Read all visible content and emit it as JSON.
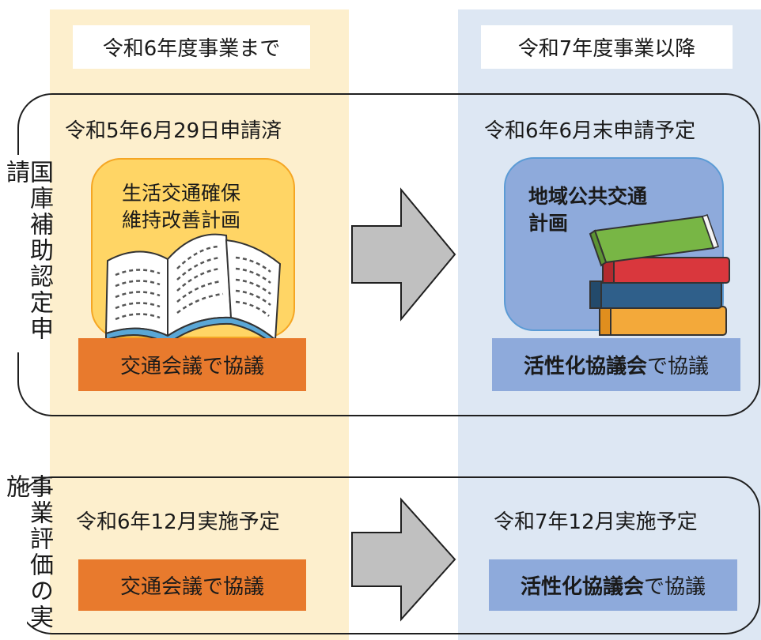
{
  "columns": {
    "left_title": "令和6年度事業まで",
    "right_title": "令和7年度事業以降"
  },
  "rows": {
    "subsidy": {
      "label": "国庫補助認定申請",
      "left_heading": "令和5年6月29日申請済",
      "right_heading": "令和6年6月末申請予定",
      "left_plan": "生活交通確保\n維持改善計画",
      "right_plan": "地域公共交通\n計画",
      "left_tag": "交通会議で協議",
      "right_tag_bold": "活性化協議会",
      "right_tag_rest": "で協議"
    },
    "evaluation": {
      "label": "事業評価の実施",
      "left_heading": "令和6年12月実施予定",
      "right_heading": "令和7年12月実施予定",
      "left_tag": "交通会議で協議",
      "right_tag_bold": "活性化協議会",
      "right_tag_rest": "で協議"
    }
  },
  "colors": {
    "left_column_bg": "#fdefcd",
    "right_column_bg": "#dde7f3",
    "orange_tag": "#e87a2d",
    "blue_tag": "#8eaadb",
    "yellow_card": "#ffd565",
    "arrow_gray": "#c0c0c0"
  },
  "icons": {
    "left_card": "open-book-icon",
    "right_card": "book-stack-icon",
    "transition": "right-arrow-icon"
  }
}
